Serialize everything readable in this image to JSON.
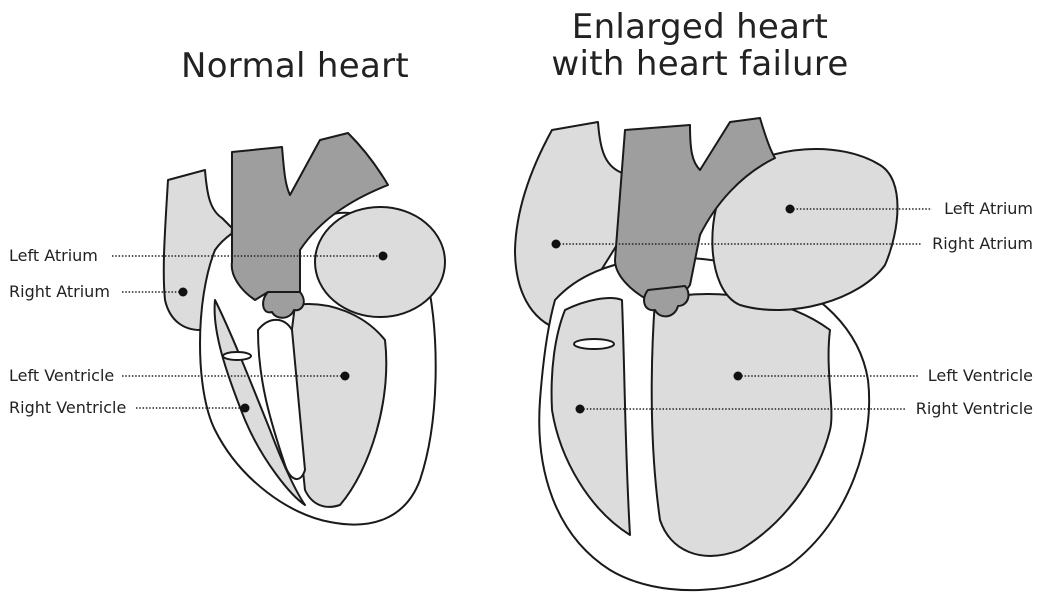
{
  "titles": {
    "normal": "Normal heart",
    "enlarged_line1": "Enlarged heart",
    "enlarged_line2": "with heart failure"
  },
  "labels": {
    "normal": {
      "left_atrium": "Left Atrium",
      "right_atrium": "Right Atrium",
      "left_ventricle": "Left Ventricle",
      "right_ventricle": "Right Ventricle"
    },
    "enlarged": {
      "left_atrium": "Left Atrium",
      "right_atrium": "Right Atrium",
      "left_ventricle": "Left Ventricle",
      "right_ventricle": "Right Ventricle"
    }
  },
  "colors": {
    "outline": "#1a1a1a",
    "chamber_fill": "#dcdcdc",
    "vessel_fill": "#9e9e9e",
    "leader": "#222222"
  }
}
